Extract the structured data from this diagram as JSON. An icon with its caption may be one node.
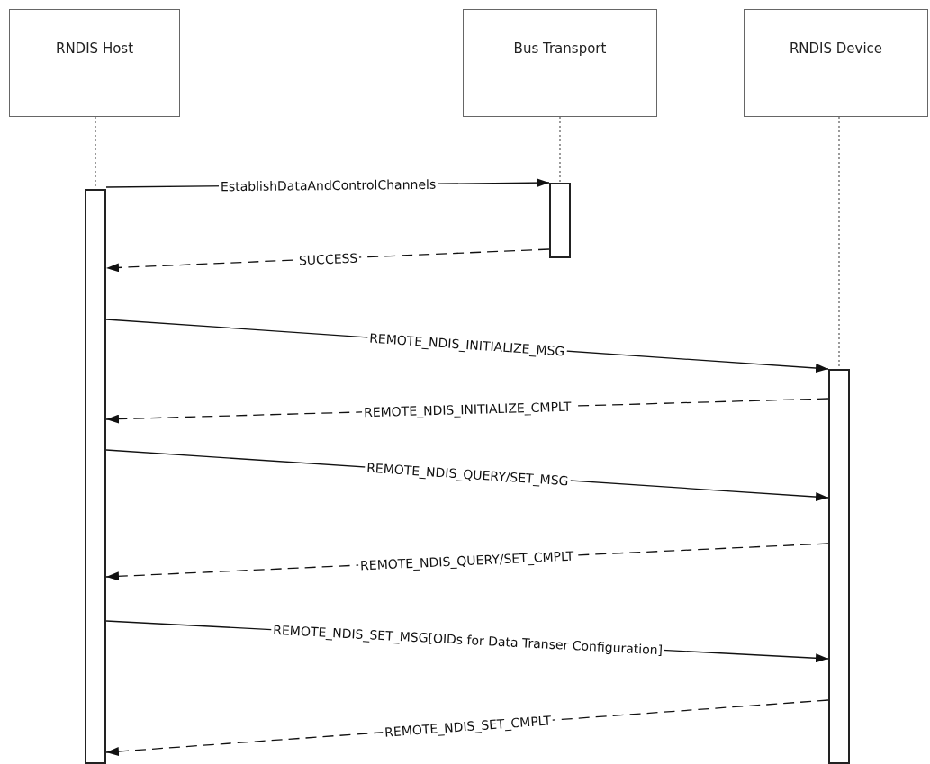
{
  "diagram": {
    "nodes": [
      {
        "text": [
          "RNDIS Host"
        ]
      },
      {
        "text": [
          "Bus Transport"
        ]
      },
      {
        "text": [
          "RNDIS Device"
        ]
      },
      {
        "text": [],
        "shape": "bar"
      },
      {
        "text": [],
        "shape": "bar"
      },
      {
        "text": [],
        "shape": "bar"
      }
    ],
    "edges": [
      {
        "from": 0,
        "to": 3,
        "arrow": "none",
        "style": "dashed"
      },
      {
        "from": 1,
        "to": 4,
        "arrow": "none",
        "style": "dashed"
      },
      {
        "from": 2,
        "to": 5,
        "arrow": "none",
        "style": "dashed"
      },
      {
        "from": 3,
        "to": 4,
        "arrow": "to",
        "label": "EstablishDataAndControlChannels"
      },
      {
        "from": 4,
        "to": 3,
        "arrow": "to",
        "label": "SUCCESS",
        "style": "dashed"
      },
      {
        "from": 3,
        "to": 5,
        "arrow": "to",
        "label": "REMOTE_NDIS_INITIALIZE_MSG"
      },
      {
        "from": 5,
        "to": 3,
        "arrow": "to",
        "label": "REMOTE_NDIS_INITIALIZE_CMPLT",
        "style": "dashed"
      },
      {
        "from": 3,
        "to": 5,
        "arrow": "to",
        "label": "REMOTE_NDIS_QUERY/SET_MSG"
      },
      {
        "from": 5,
        "to": 3,
        "arrow": "to",
        "label": "REMOTE_NDIS_QUERY/SET_CMPLT",
        "style": "dashed"
      },
      {
        "from": 3,
        "to": 5,
        "arrow": "to",
        "label": "REMOTE_NDIS_SET_MSG[OIDs for Data Transer Configuration]"
      },
      {
        "from": 5,
        "to": 3,
        "arrow": "to",
        "label": "REMOTE_NDIS_SET_CMPLT",
        "style": "dashed"
      }
    ]
  }
}
